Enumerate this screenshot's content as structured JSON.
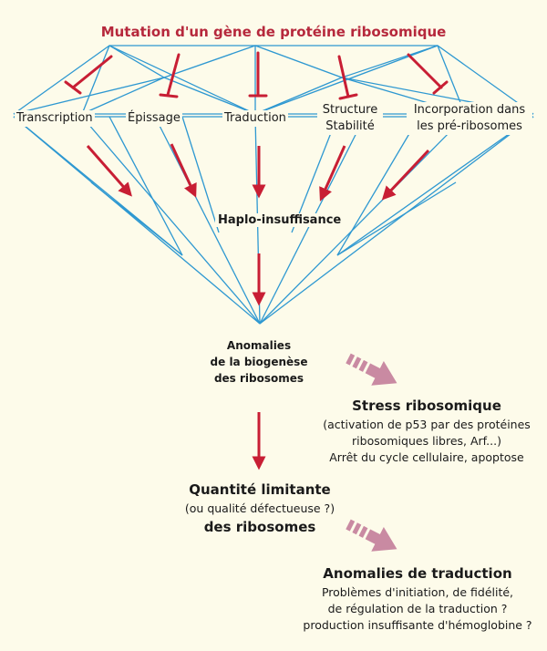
{
  "title": "Mutation d'un gène de protéine ribosomique",
  "steps": {
    "transcription": "Transcription",
    "epissage": "Épissage",
    "traduction": "Traduction",
    "structure_line1": "Structure",
    "structure_line2": "Stabilité",
    "incorporation_line1": "Incorporation dans",
    "incorporation_line2": "les pré-ribosomes"
  },
  "haplo": "Haplo-insuffisance",
  "biogenese": {
    "line1": "Anomalies",
    "line2": "de la biogenèse",
    "line3": "des ribosomes"
  },
  "stress": {
    "title": "Stress ribosomique",
    "line1": "(activation de p53 par des protéines",
    "line2": "ribosomiques libres, Arf...)",
    "line3": "Arrêt du cycle cellulaire, apoptose"
  },
  "quantite": {
    "line1": "Quantité limitante",
    "line2": "(ou qualité défectueuse ?)",
    "line3": "des ribosomes"
  },
  "traduction_anomalies": {
    "title": "Anomalies de traduction",
    "line1": "Problèmes d'initiation, de fidélité,",
    "line2": "de régulation de la traduction ?",
    "line3": "production insuffisante d'hémoglobine ?"
  },
  "colors": {
    "line_blue": "#2e98d1",
    "arrow_red": "#c81e34",
    "arrow_pink": "#c98aa2",
    "title_red": "#b6283c"
  }
}
